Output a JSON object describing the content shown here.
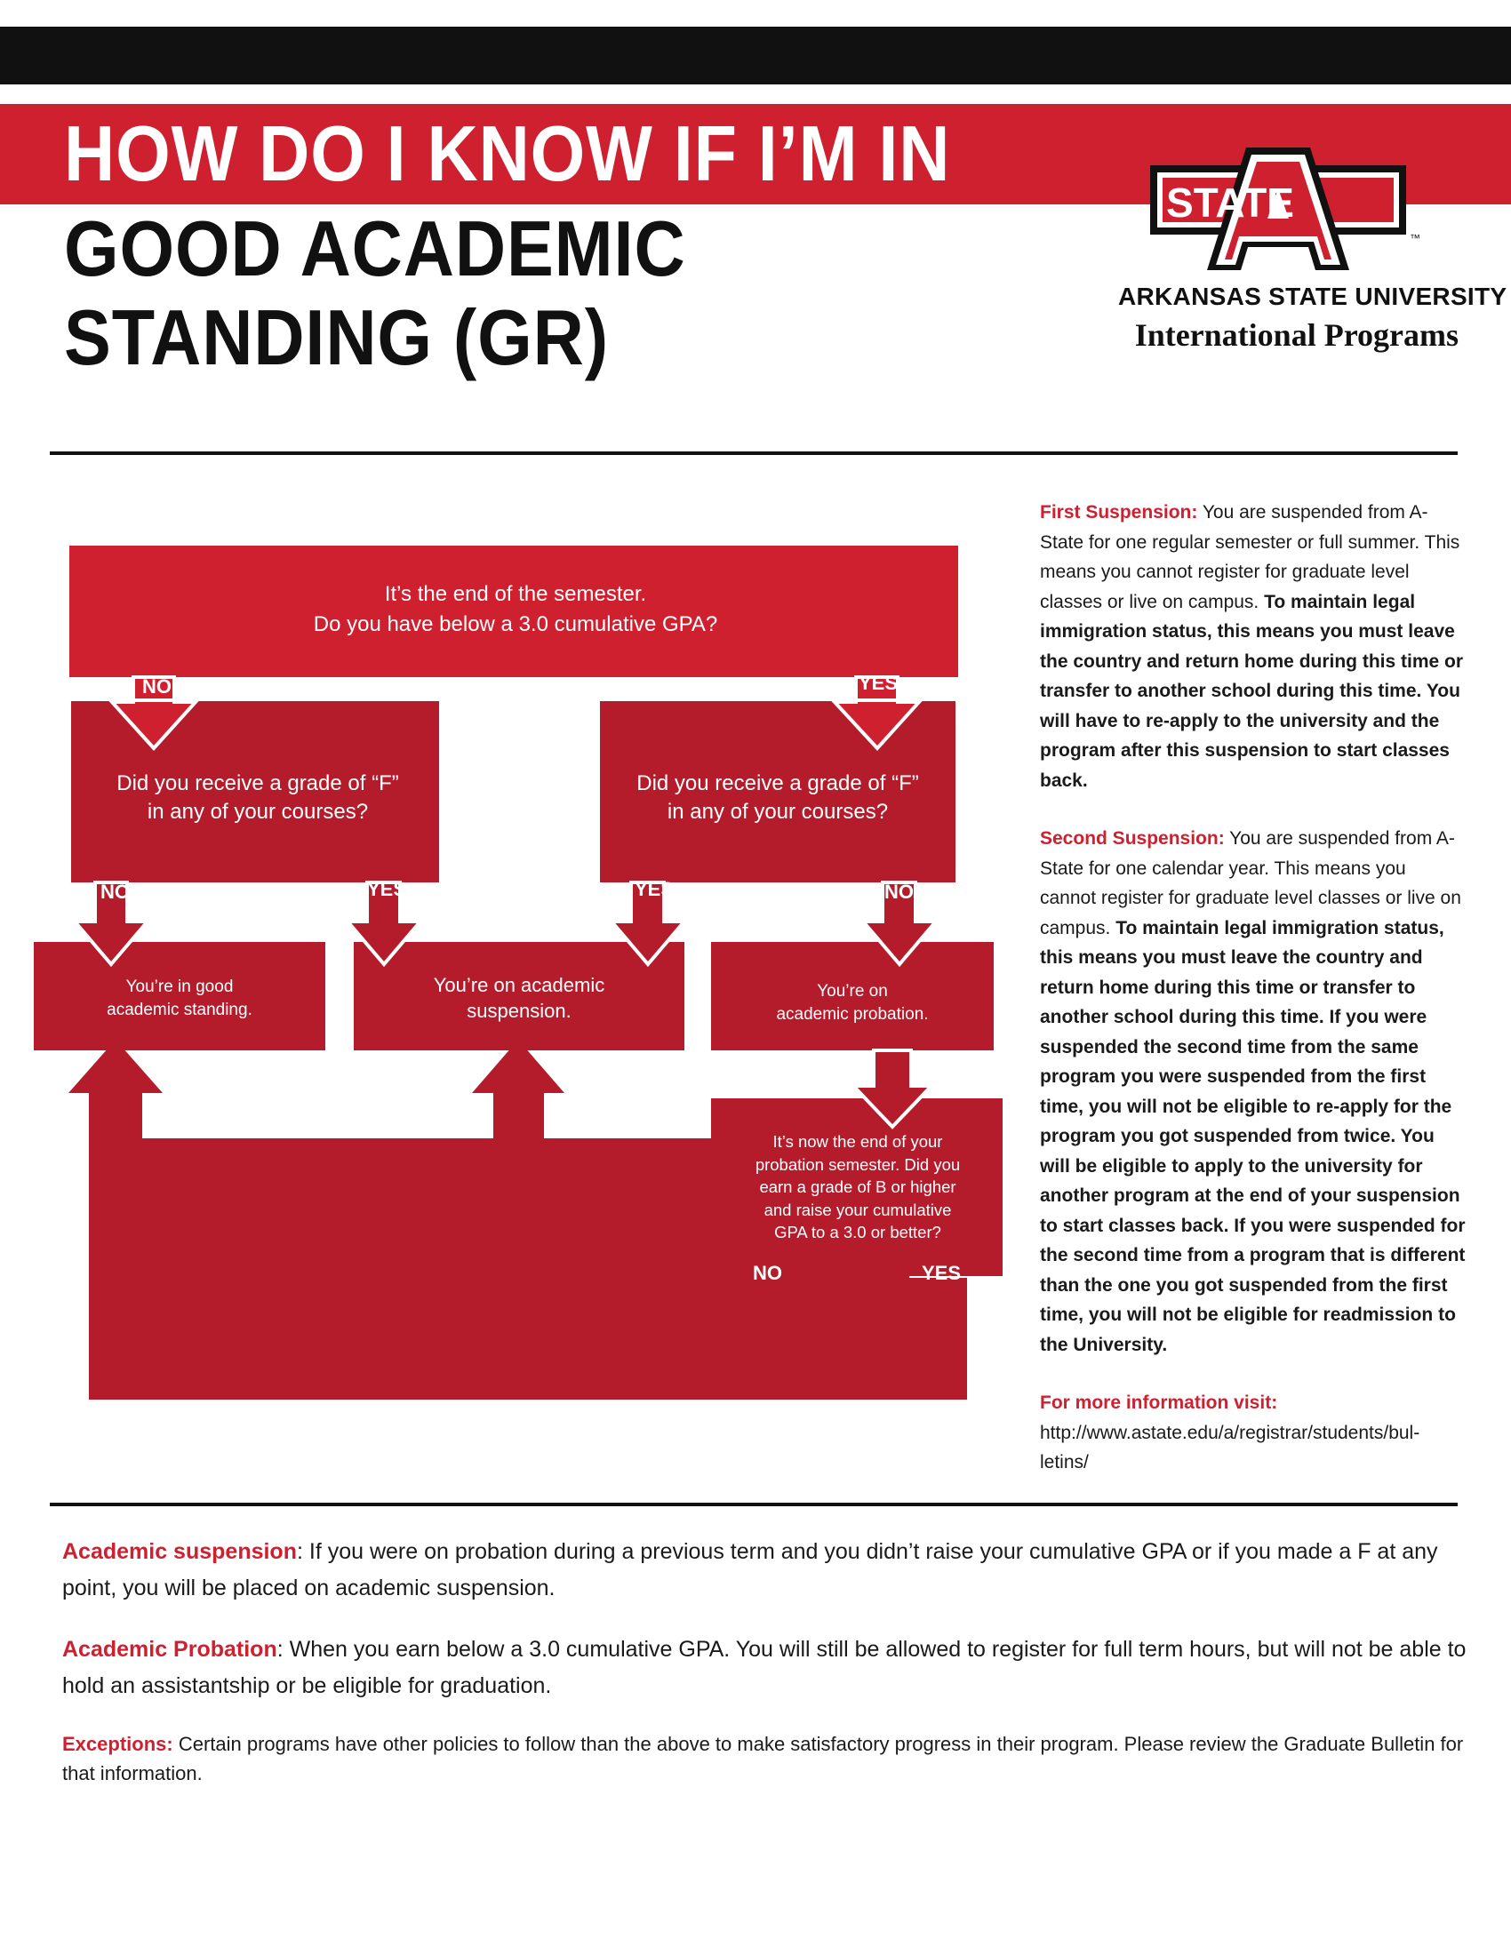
{
  "header": {
    "title_line1": "HOW DO I KNOW IF I’M IN",
    "title_line2": "GOOD ACADEMIC",
    "title_line3": "STANDING (GR)",
    "logo_text": "STATE",
    "logo_tm": "™",
    "university": "ARKANSAS STATE UNIVERSITY",
    "department": "International Programs"
  },
  "colors": {
    "brand_red": "#cf2030",
    "dark_red": "#b51c2b",
    "black": "#111111"
  },
  "flowchart": {
    "q_start_line1": "It’s the end of the semester.",
    "q_start_line2": "Do you have below a 3.0 cumulative GPA?",
    "q_f_line1": "Did you receive a grade of “F”",
    "q_f_line2": "in any of your courses?",
    "good_line1": "You’re in good",
    "good_line2": "academic standing.",
    "suspension_line1": "You’re on academic",
    "suspension_line2": "suspension.",
    "probation_line1": "You’re on",
    "probation_line2": "academic probation.",
    "q_prob_lines": [
      "It’s now the end of your",
      "probation semester. Did you",
      "earn a grade of B or higher",
      "and raise your cumulative",
      "GPA to a 3.0 or better?"
    ],
    "no": "NO",
    "yes": "YES"
  },
  "sidebar": {
    "first_label": "First Suspension:",
    "first_text": " You are suspended from A-State for one regular semester or full summer. This means you cannot register for graduate level classes or live on campus. ",
    "first_bold": "To maintain legal immigration status, this means you must leave the country and return home during this time or transfer to another school during this time. You will have to re-apply to the university and the program after this suspension to start classes back.",
    "second_label": "Second Suspension:",
    "second_text": " You are suspended from A-State for one calendar year. This means you cannot register for graduate level classes or live on campus. ",
    "second_bold": "To maintain legal immigration status, this means you must leave the country and return home during this time or transfer to another school during this time. If you were suspended the second time from the same program you were suspended from the first time, you will not be eligible to re-apply for the program you got suspended from twice. You will be eligible to apply to the university for another program at the end of your suspension to start classes back. If you were suspended for the second time from a program that is different than the one you got suspended from the first time, you will not be eligible for readmission to the University.",
    "more_label": "For more information visit:",
    "more_url_line1": "http://www.astate.edu/a/registrar/students/bul-",
    "more_url_line2": "letins/"
  },
  "definitions": {
    "suspension_label": "Academic suspension",
    "suspension_text": ": If you were on probation during a previous term and you didn’t raise your cumulative GPA or if you made a F at any point, you will be placed on academic suspension.",
    "probation_label": "Academic Probation",
    "probation_text": ": When you earn below a 3.0 cumulative GPA. You will still be allowed to register for full term hours, but will not be able to hold an assistantship or be eligible for graduation.",
    "exceptions_label": "Exceptions:",
    "exceptions_text": " Certain programs have other policies to follow than the above to make satisfactory progress in their program. Please review the Graduate Bulletin for that information."
  }
}
